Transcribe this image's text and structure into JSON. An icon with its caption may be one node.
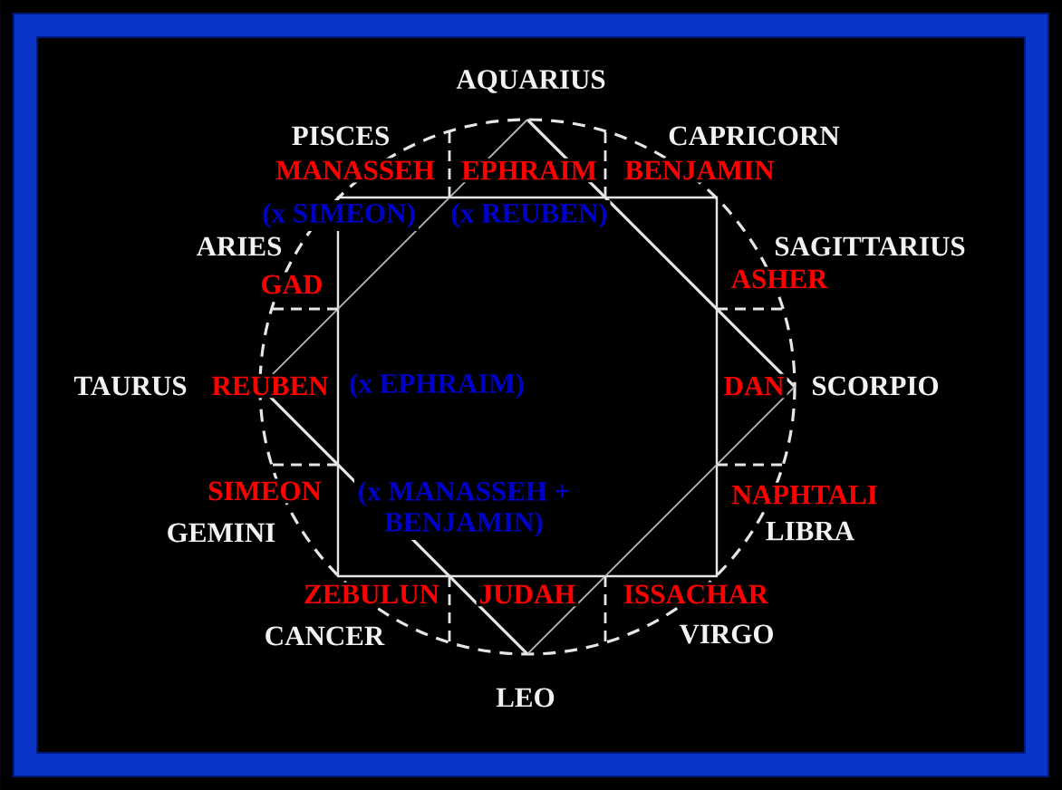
{
  "diagram": {
    "labels": [
      "AQUARIUS",
      "PISCES",
      "CAPRICORN",
      "MANASSEH",
      "EPHRAIM",
      "BENJAMIN",
      "(x SIMEON)",
      "(x REUBEN)",
      "ARIES",
      "SAGITTARIUS",
      "GAD",
      "ASHER",
      "TAURUS",
      "REUBEN",
      "(x EPHRAIM)",
      "DAN",
      "SCORPIO",
      "SIMEON",
      "(x MANASSEH + BENJAMIN)",
      "NAPHTALI",
      "GEMINI",
      "LIBRA",
      "ZEBULUN",
      "JUDAH",
      "ISSACHAR",
      "CANCER",
      "VIRGO",
      "LEO"
    ]
  }
}
